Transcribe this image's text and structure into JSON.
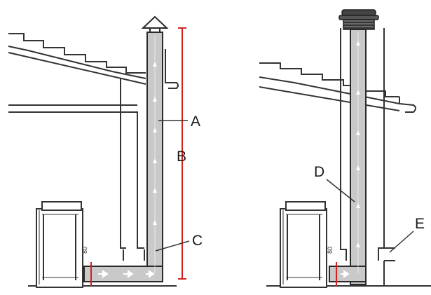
{
  "labels": {
    "a": "A",
    "b": "B",
    "c": "C",
    "d": "D",
    "e": "E"
  },
  "dimension": {
    "left_pipe_mark": "80",
    "right_pipe_mark": "80"
  },
  "colors": {
    "pipe_fill": "#c9c9c9",
    "pipe_stroke": "#2a2a2a",
    "measure_red": "#d42020",
    "line": "#333333"
  },
  "icons": [
    "upward-arrow-icon",
    "rightward-arrow-icon",
    "chimney-cap-icon",
    "cowl-cap-icon",
    "stove-icon"
  ]
}
